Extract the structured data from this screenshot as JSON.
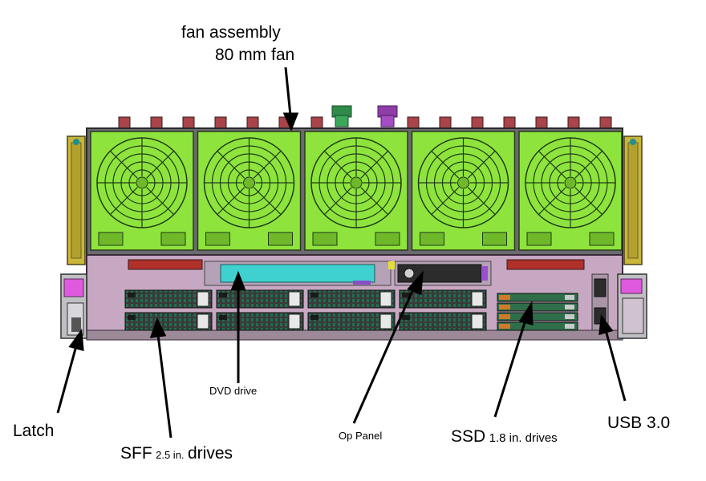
{
  "labels": {
    "fan_assembly": "fan assembly",
    "fan_size": "80 mm fan",
    "dvd_drive": "DVD drive",
    "latch": "Latch",
    "sff_main": "SFF",
    "sff_size": "2.5 in.",
    "sff_tail": "drives",
    "op_panel": "Op Panel",
    "ssd_main": "SSD",
    "ssd_size": "1.8 in. drives",
    "usb": "USB 3.0"
  },
  "colors": {
    "fan_green": "#8ee43c",
    "chassis_mauve": "#c7a8c2",
    "dvd_cyan": "#3fd1cf",
    "latch_yellow": "#c9b63a",
    "magenta": "#e05adf",
    "drive_dark": "#2c2c2c"
  },
  "counts": {
    "fans": 5,
    "sff_drives": 8,
    "ssd_drives": 4
  }
}
